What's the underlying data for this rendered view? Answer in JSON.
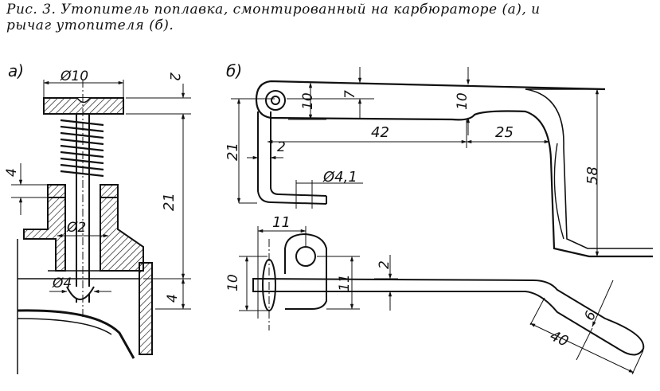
{
  "caption": {
    "line1": "Рис. 3. Утопитель поплавка, смонтированный на карбюраторе (а), и",
    "line2": "рычаг утопителя (б)."
  },
  "panel_a": {
    "label": "а)",
    "dims": {
      "d10": "Ø10",
      "d2": "Ø2",
      "d4": "Ø4",
      "dim_2": "2",
      "dim_21": "21",
      "dim_4_right": "4",
      "dim_4_left": "4"
    }
  },
  "panel_b": {
    "label": "б)",
    "dims": {
      "dim_10a": "10",
      "dim_7": "7",
      "dim_10b": "10",
      "dim_42": "42",
      "dim_25": "25",
      "dim_58": "58",
      "dim_21": "21",
      "dim_2": "2",
      "d41": "Ø4,1",
      "dim_11a": "11",
      "dim_10c": "10",
      "dim_11b": "11",
      "dim_2b": "2",
      "dim_6": "6",
      "dim_40": "40"
    }
  }
}
